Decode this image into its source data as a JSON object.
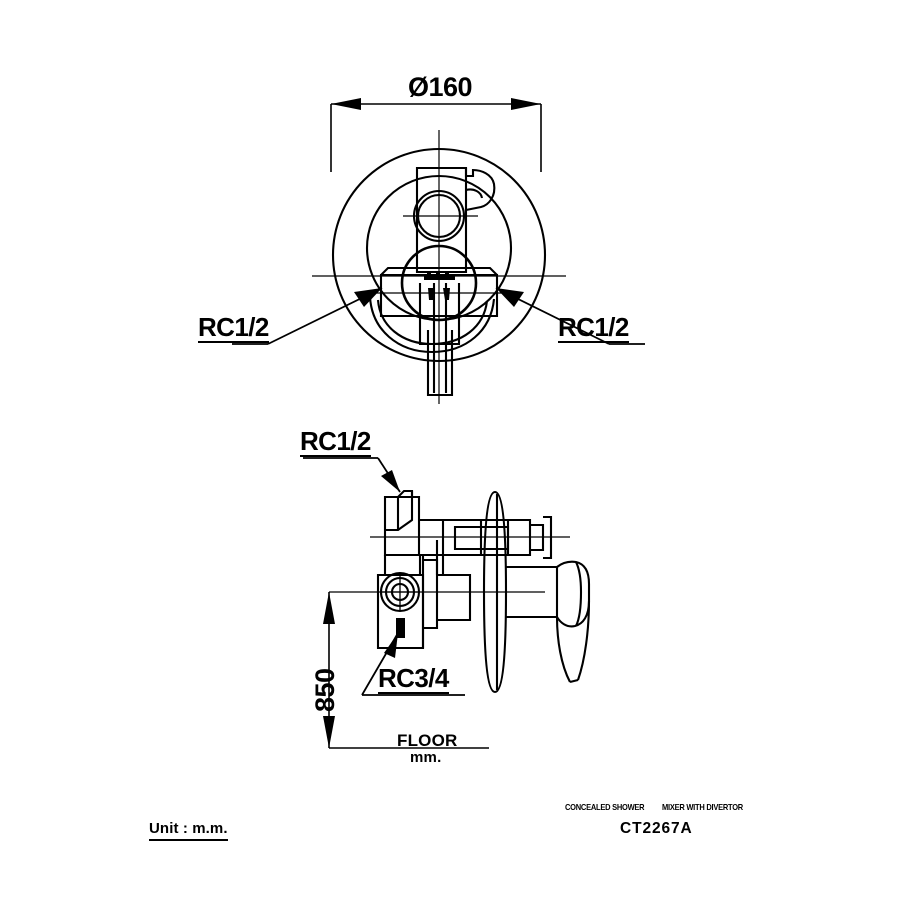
{
  "sheet": {
    "background_color": "#ffffff",
    "line_color": "#000000",
    "unit_note": "Unit : m.m."
  },
  "views": {
    "top": {
      "name": "front-elevation-view",
      "diameter_dimension": "Ø160",
      "thread_callout_left": "RC1/2",
      "thread_callout_right": "RC1/2"
    },
    "side": {
      "name": "side-section-view",
      "thread_callout_top": "RC1/2",
      "thread_callout_bottom": "RC3/4",
      "height_dimension": "850",
      "datum_label": "FLOOR",
      "datum_unit": "mm."
    }
  },
  "title_block": {
    "description_line_1": "CONCEALED SHOWER",
    "description_line_2": "MIXER WITH DIVERTOR",
    "part_number": "CT2267A"
  }
}
